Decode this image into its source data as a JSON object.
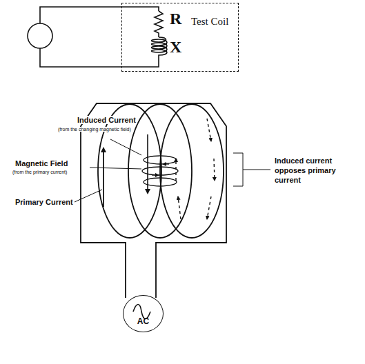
{
  "diagram": {
    "nodes": [
      {
        "text": [
          "Test Coil"
        ]
      },
      {
        "text": [
          "AC"
        ]
      }
    ],
    "labels": [
      "R",
      "X",
      "Induced Current",
      "(from the changing magnetic field)",
      "Magnetic Field",
      "(from the primary current)",
      "Primary Current",
      "Induced current opposes primary current"
    ]
  }
}
